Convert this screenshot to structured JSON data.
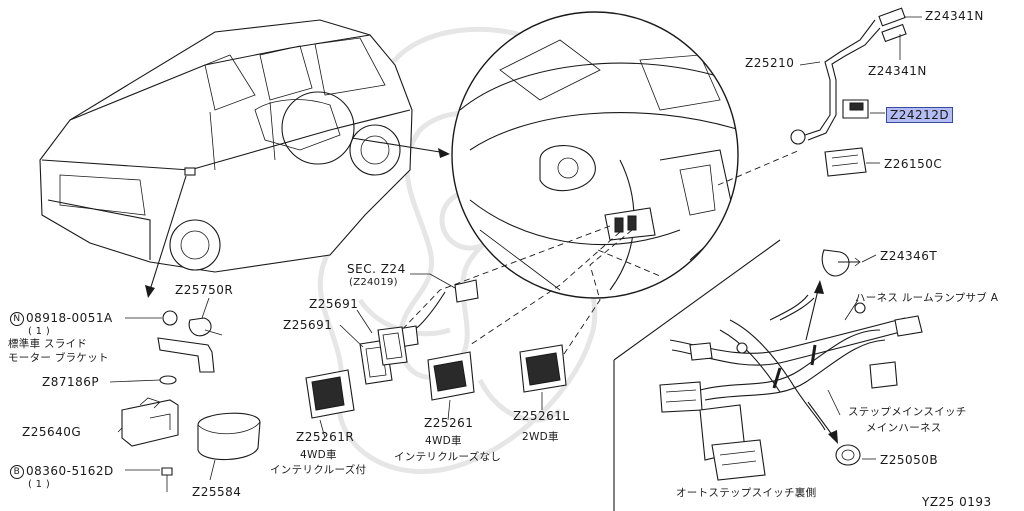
{
  "labels": {
    "z24341n_a": "Z24341N",
    "z24341n_b": "Z24341N",
    "z25210": "Z25210",
    "z24212d": "Z24212D",
    "z26150c": "Z26150C",
    "z24346t": "Z24346T",
    "harness_room_lamp": "ハーネス ルームランプサブ A",
    "step_main_switch": "ステップメインスイッチ",
    "main_harness": "メインハーネス",
    "z25050b": "Z25050B",
    "auto_step_switch_back": "オートステップスイッチ裏側",
    "sec_z24": "SEC. Z24",
    "sec_z24019": "(Z24019)",
    "z25691_a": "Z25691",
    "z25691_b": "Z25691",
    "z25261r": "Z25261R",
    "z25261r_sub1": "4WD車",
    "z25261r_sub2": "インテリクルーズ付",
    "z25261": "Z25261",
    "z25261_sub1": "4WD車",
    "z25261_sub2": "インテリクルーズなし",
    "z25261l": "Z25261L",
    "z25261l_sub1": "2WD車",
    "z25750r": "Z25750R",
    "n_symbol": "N",
    "part_08918": "08918-0051A",
    "qty_1a": "( 1 )",
    "standard_slide": "標準車 スライド",
    "motor_bracket": "モーター ブラケット",
    "z87186p": "Z87186P",
    "z25640g": "Z25640G",
    "b_symbol": "B",
    "part_08360": "08360-5162D",
    "qty_1b": "( 1 )",
    "z25584": "Z25584",
    "figure_code": "YZ25  0193"
  },
  "icons": [
    "van-illustration",
    "dashboard-detail",
    "harness-bundle",
    "connector",
    "grommet",
    "clip",
    "switch",
    "nut",
    "bolt",
    "bracket",
    "motor",
    "cushion"
  ],
  "colors": {
    "highlight": "#b3bdf3",
    "line": "#1a1a1a",
    "watermark": "#e6e6e6"
  }
}
